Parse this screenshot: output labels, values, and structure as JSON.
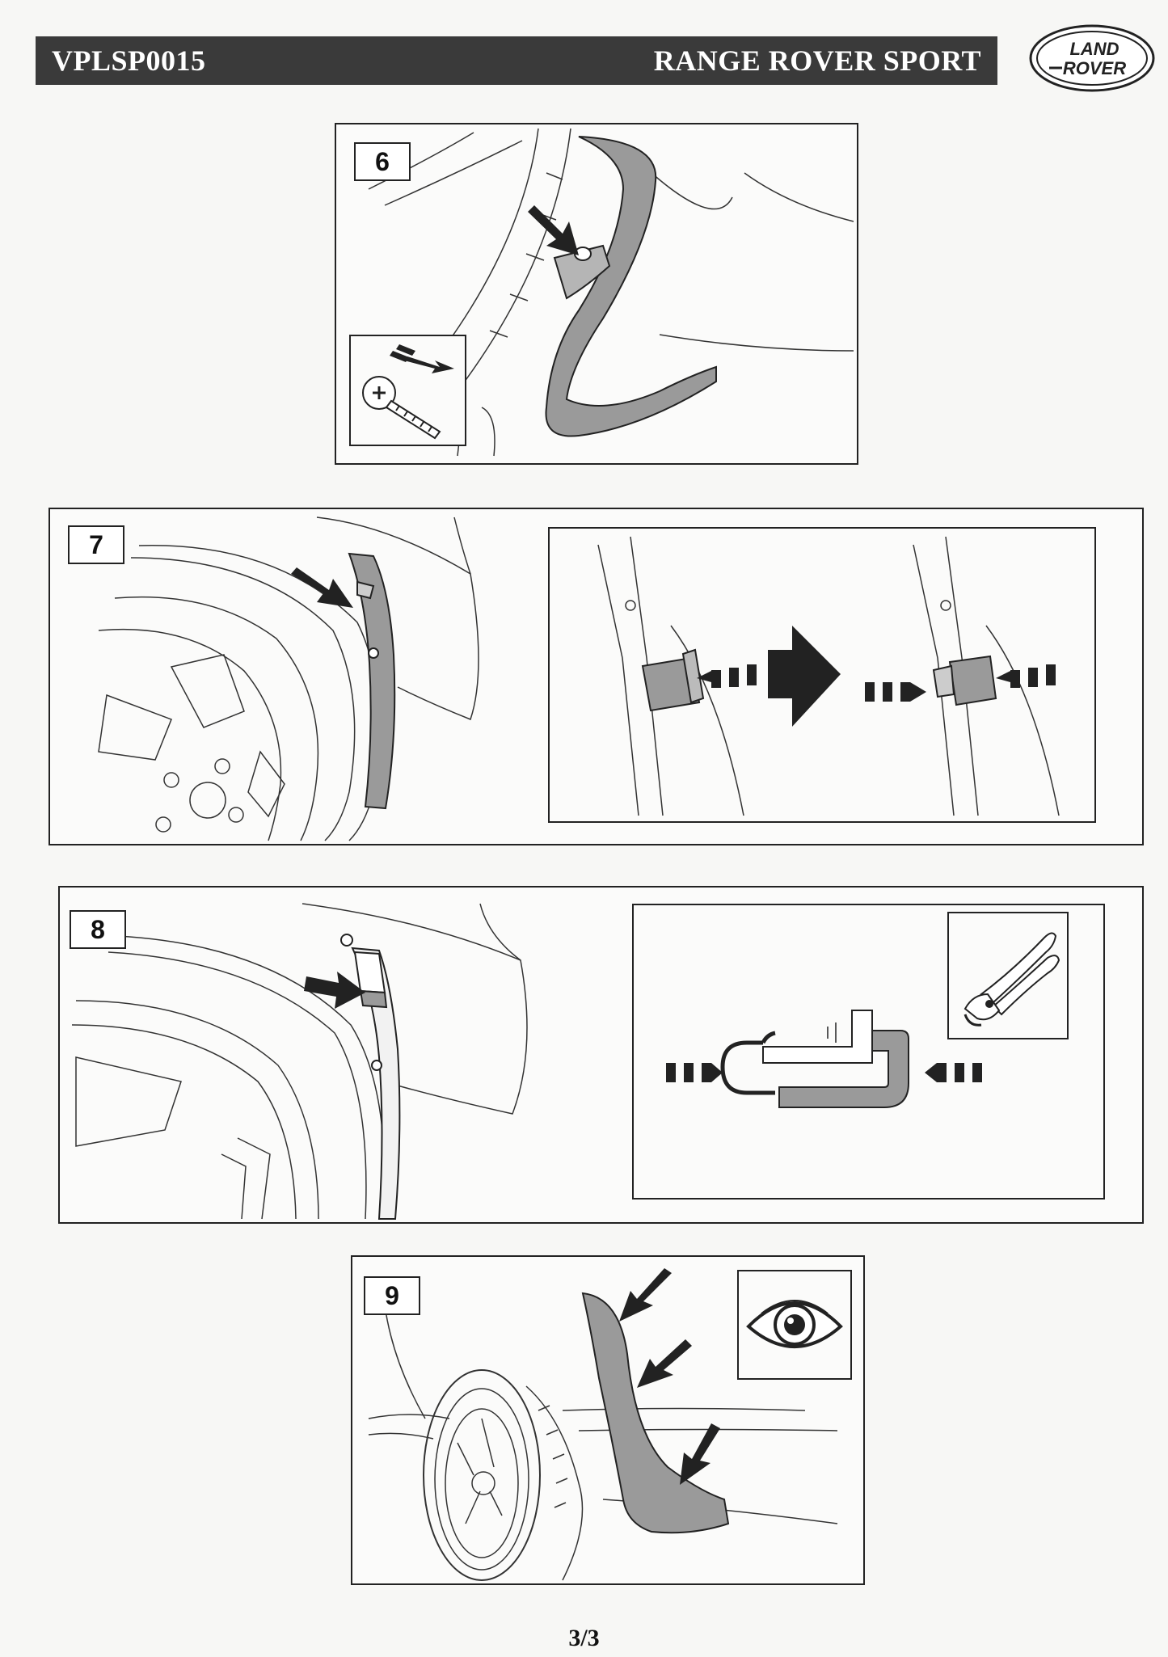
{
  "header": {
    "doc_code": "VPLSP0015",
    "title": "RANGE ROVER SPORT",
    "logo_line1": "LAND",
    "logo_line2": "ROVER"
  },
  "steps": [
    {
      "number": "6",
      "icons": [
        "wheel-arch-illustration",
        "mudflap-illustration",
        "screw-icon",
        "arrow-icon"
      ]
    },
    {
      "number": "7",
      "icons": [
        "wheel-illustration",
        "mudflap-illustration",
        "clip-detail-illustration",
        "arrow-icon"
      ]
    },
    {
      "number": "8",
      "icons": [
        "wheel-illustration",
        "mudflap-illustration",
        "pliers-icon",
        "clip-crimp-illustration"
      ]
    },
    {
      "number": "9",
      "icons": [
        "wheel-illustration",
        "mudflap-illustration",
        "eye-icon",
        "arrow-icon"
      ]
    }
  ],
  "footer": {
    "page_number": "3/3"
  }
}
